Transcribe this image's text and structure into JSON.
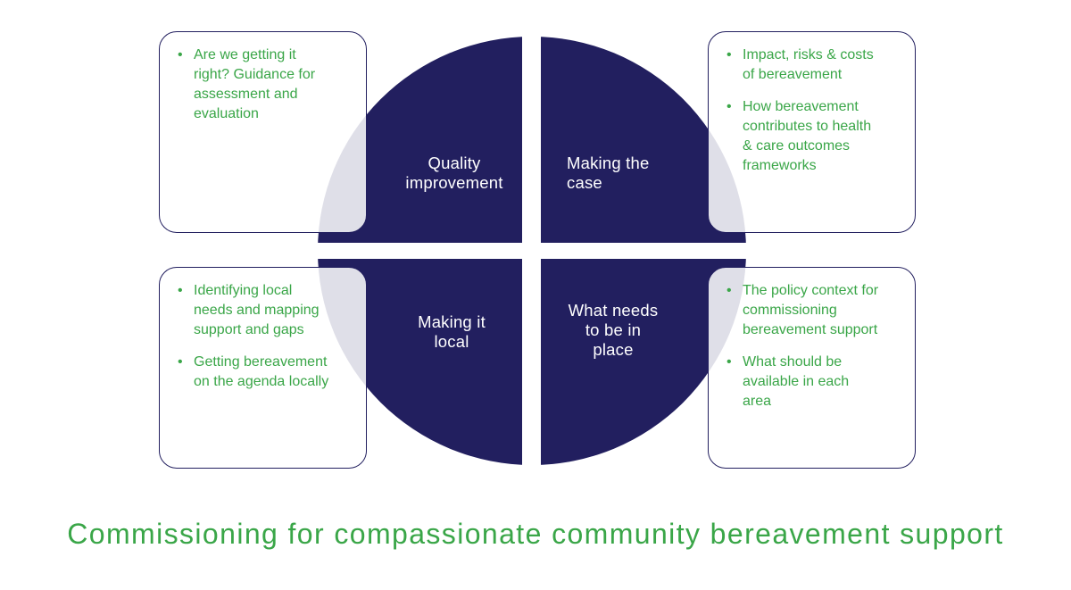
{
  "title": "Commissioning for compassionate community bereavement support",
  "colors": {
    "navy": "#221f5f",
    "green": "#3aa648"
  },
  "quadrants": {
    "top_left": {
      "label": "Quality\nimprovement"
    },
    "top_right": {
      "label": "Making the\ncase"
    },
    "bottom_left": {
      "label": "Making it\nlocal"
    },
    "bottom_right": {
      "label": "What needs\nto be in\nplace"
    }
  },
  "boxes": {
    "top_left": {
      "bullets": [
        "Are we getting it right? Guidance for assessment and evaluation"
      ]
    },
    "top_right": {
      "bullets": [
        "Impact, risks & costs of bereavement",
        "How bereavement contributes to health & care outcomes frameworks"
      ]
    },
    "bottom_left": {
      "bullets": [
        "Identifying local needs and mapping support and gaps",
        "Getting bereavement on the agenda locally"
      ]
    },
    "bottom_right": {
      "bullets": [
        "The policy context for commissioning bereavement support",
        "What should be available in each area"
      ]
    }
  }
}
